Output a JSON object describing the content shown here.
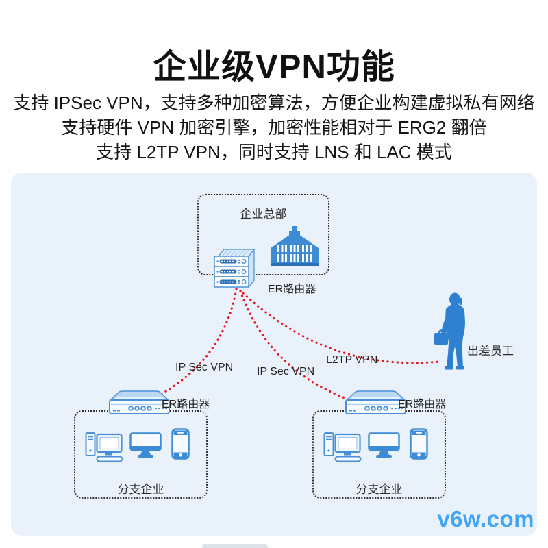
{
  "header": {
    "title": "企业级VPN功能",
    "line1": "支持 IPSec VPN，支持多种加密算法，方便企业构建虚拟私有网络",
    "line2": "支持硬件 VPN 加密引擎，加密性能相对于 ERG2 翻倍",
    "line3": "支持 L2TP VPN，同时支持 LNS 和 LAC 模式"
  },
  "diagram": {
    "hq": {
      "box_label": "企业总部",
      "router_label": "ER路由器"
    },
    "links": [
      {
        "label": "IP Sec VPN",
        "type": "ipsec",
        "from": "hq-router",
        "to": "branch-left-router"
      },
      {
        "label": "IP Sec VPN",
        "type": "ipsec",
        "from": "hq-router",
        "to": "branch-right-router"
      },
      {
        "label": "L2TP VPN",
        "type": "l2tp",
        "from": "hq-router",
        "to": "traveler"
      }
    ],
    "traveler_label": "出差员工",
    "branch_left": {
      "box_label": "分支企业",
      "router_label": "ER路由器"
    },
    "branch_right": {
      "box_label": "分支企业",
      "router_label": "ER路由器"
    }
  },
  "watermark": "v6w.com",
  "colors": {
    "panel_bg": "#e9f1fb",
    "icon_blue": "#3d8ad5",
    "icon_blue_dark": "#2e6fb7",
    "outline_blue": "#4a90d8",
    "vpn_line_red": "#e8151c",
    "dashed_border": "#2e2e2e",
    "watermark_blue": "#41a4f6"
  }
}
